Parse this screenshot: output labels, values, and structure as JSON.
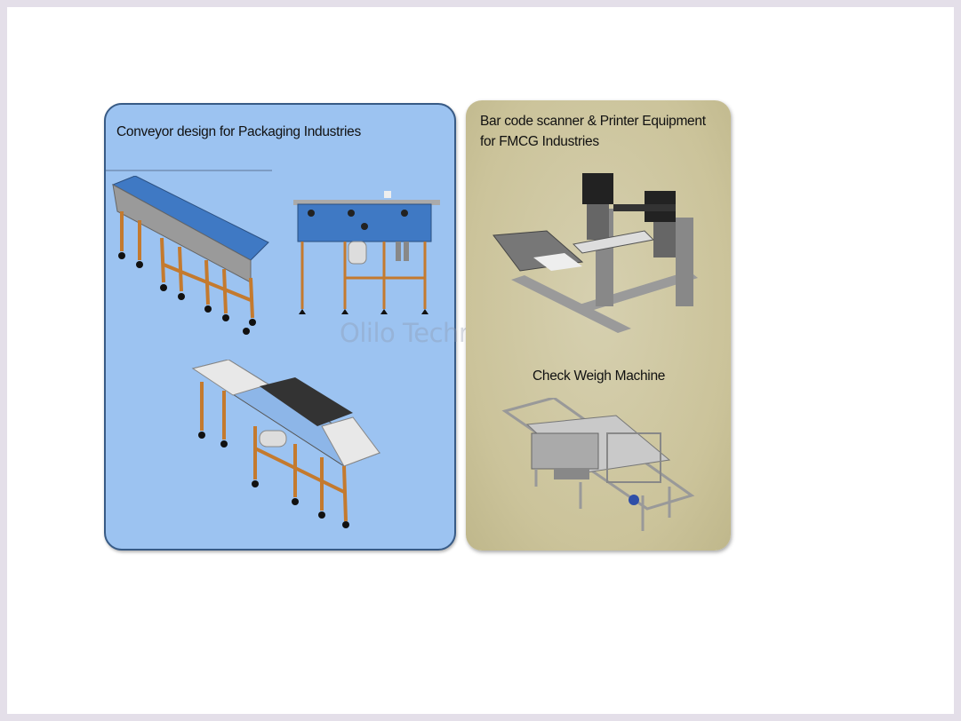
{
  "slide": {
    "panels": [
      {
        "title": "Conveyor design for Packaging Industries"
      },
      {
        "title_line1": "Bar code scanner & Printer  Equipment",
        "title_line2": "for  FMCG Industries",
        "subtitle": "Check Weigh Machine"
      }
    ],
    "watermark": "Olilo Technologies",
    "colors": {
      "blue_panel": "#9cc3f1",
      "tan_panel": "#cbc39a",
      "frame": "#e4dfe9"
    }
  }
}
